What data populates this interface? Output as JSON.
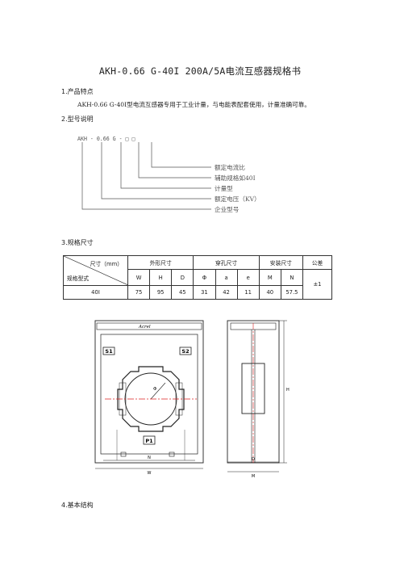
{
  "title": "AKH-0.66 G-40I 200A/5A电流互感器规格书",
  "section1": {
    "heading": "1.产品特点",
    "text": "AKH-0.66 G-40I型电流互感器专用于工业计量，与电能表配套使用，计量准确可靠。"
  },
  "section2": {
    "heading": "2.型号说明",
    "model_code": "AKH - 0.66 G - □ □",
    "labels": [
      "额定电流比",
      "辅助规格如40I",
      "计量型",
      "额定电压（KV）",
      "企业型号"
    ]
  },
  "section3": {
    "heading": "3.规格尺寸",
    "table": {
      "corner_top": "尺寸（mm）",
      "corner_bottom": "规格型式",
      "group_headers": [
        "外形尺寸",
        "穿孔尺寸",
        "安装尺寸",
        "公差"
      ],
      "sub_headers": [
        "W",
        "H",
        "D",
        "Φ",
        "a",
        "e",
        "M",
        "N"
      ],
      "row": {
        "model": "40I",
        "values": [
          "75",
          "95",
          "45",
          "31",
          "42",
          "11",
          "40",
          "57.5"
        ],
        "tolerance": "±1"
      }
    }
  },
  "drawing": {
    "brand": "Acrel",
    "terminal_s1": "S1",
    "terminal_s2": "S2",
    "terminal_p1": "P1",
    "phi_label": "Φ",
    "dim_n": "N",
    "dim_w": "W",
    "dim_d": "D",
    "dim_m": "M",
    "dim_h": "H"
  },
  "section4": {
    "heading": "4.基本结构"
  }
}
